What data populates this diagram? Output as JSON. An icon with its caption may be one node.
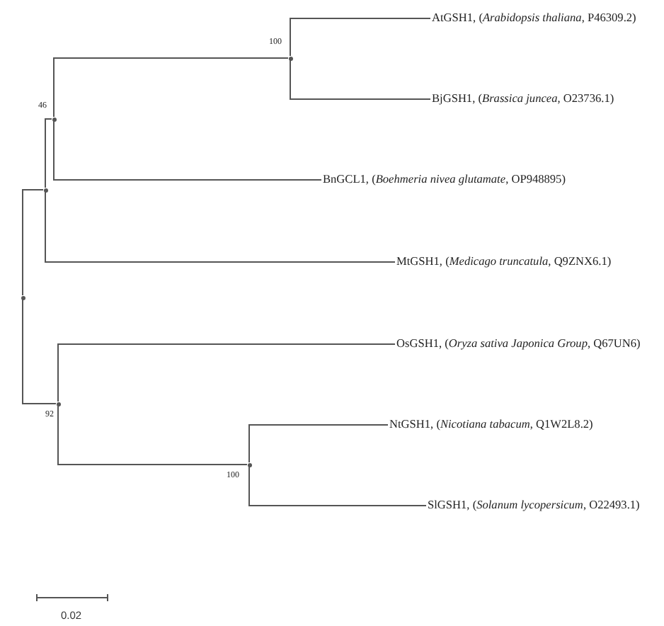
{
  "diagram": {
    "nodes": [
      {
        "text": [
          "AtGSH1, (*Arabidopsis thaliana*, P46309.2)"
        ]
      },
      {
        "text": [
          "BjGSH1, (*Brassica juncea*, O23736.1)"
        ]
      },
      {
        "text": [
          "BnGCL1, (*Boehmeria nivea glutamate*, OP948895)"
        ]
      },
      {
        "text": [
          "MtGSH1, (*Medicago truncatula*, Q9ZNX6.1)"
        ]
      },
      {
        "text": [
          "OsGSH1, (*Oryza sativa Japonica Group*, Q67UN6)"
        ]
      },
      {
        "text": [
          "NtGSH1, (*Nicotiana tabacum*, Q1W2L8.2)"
        ]
      },
      {
        "text": [
          "SlGSH1, (*Solanum lycopersicum*, O22493.1)"
        ]
      },
      {
        "text": [],
        "shape": "dot"
      },
      {
        "text": [],
        "shape": "dot"
      },
      {
        "text": [],
        "shape": "dot",
        "beside": [
          "46"
        ]
      },
      {
        "text": [],
        "shape": "dot",
        "beside": [
          "100"
        ]
      },
      {
        "text": [],
        "shape": "dot",
        "beside": [
          "92"
        ]
      },
      {
        "text": [],
        "shape": "dot",
        "beside": [
          "100"
        ]
      }
    ],
    "edges": [
      {
        "from": 7,
        "to": 8,
        "arrow": "none"
      },
      {
        "from": 7,
        "to": 11,
        "arrow": "none"
      },
      {
        "from": 8,
        "to": 9,
        "arrow": "none"
      },
      {
        "from": 8,
        "to": 3,
        "arrow": "none"
      },
      {
        "from": 9,
        "to": 10,
        "arrow": "none"
      },
      {
        "from": 9,
        "to": 2,
        "arrow": "none"
      },
      {
        "from": 10,
        "to": 0,
        "arrow": "none"
      },
      {
        "from": 10,
        "to": 1,
        "arrow": "none"
      },
      {
        "from": 11,
        "to": 4,
        "arrow": "none"
      },
      {
        "from": 11,
        "to": 12,
        "arrow": "none"
      },
      {
        "from": 12,
        "to": 5,
        "arrow": "none"
      },
      {
        "from": 12,
        "to": 6,
        "arrow": "none"
      }
    ],
    "labels": [
      "0.02"
    ]
  }
}
